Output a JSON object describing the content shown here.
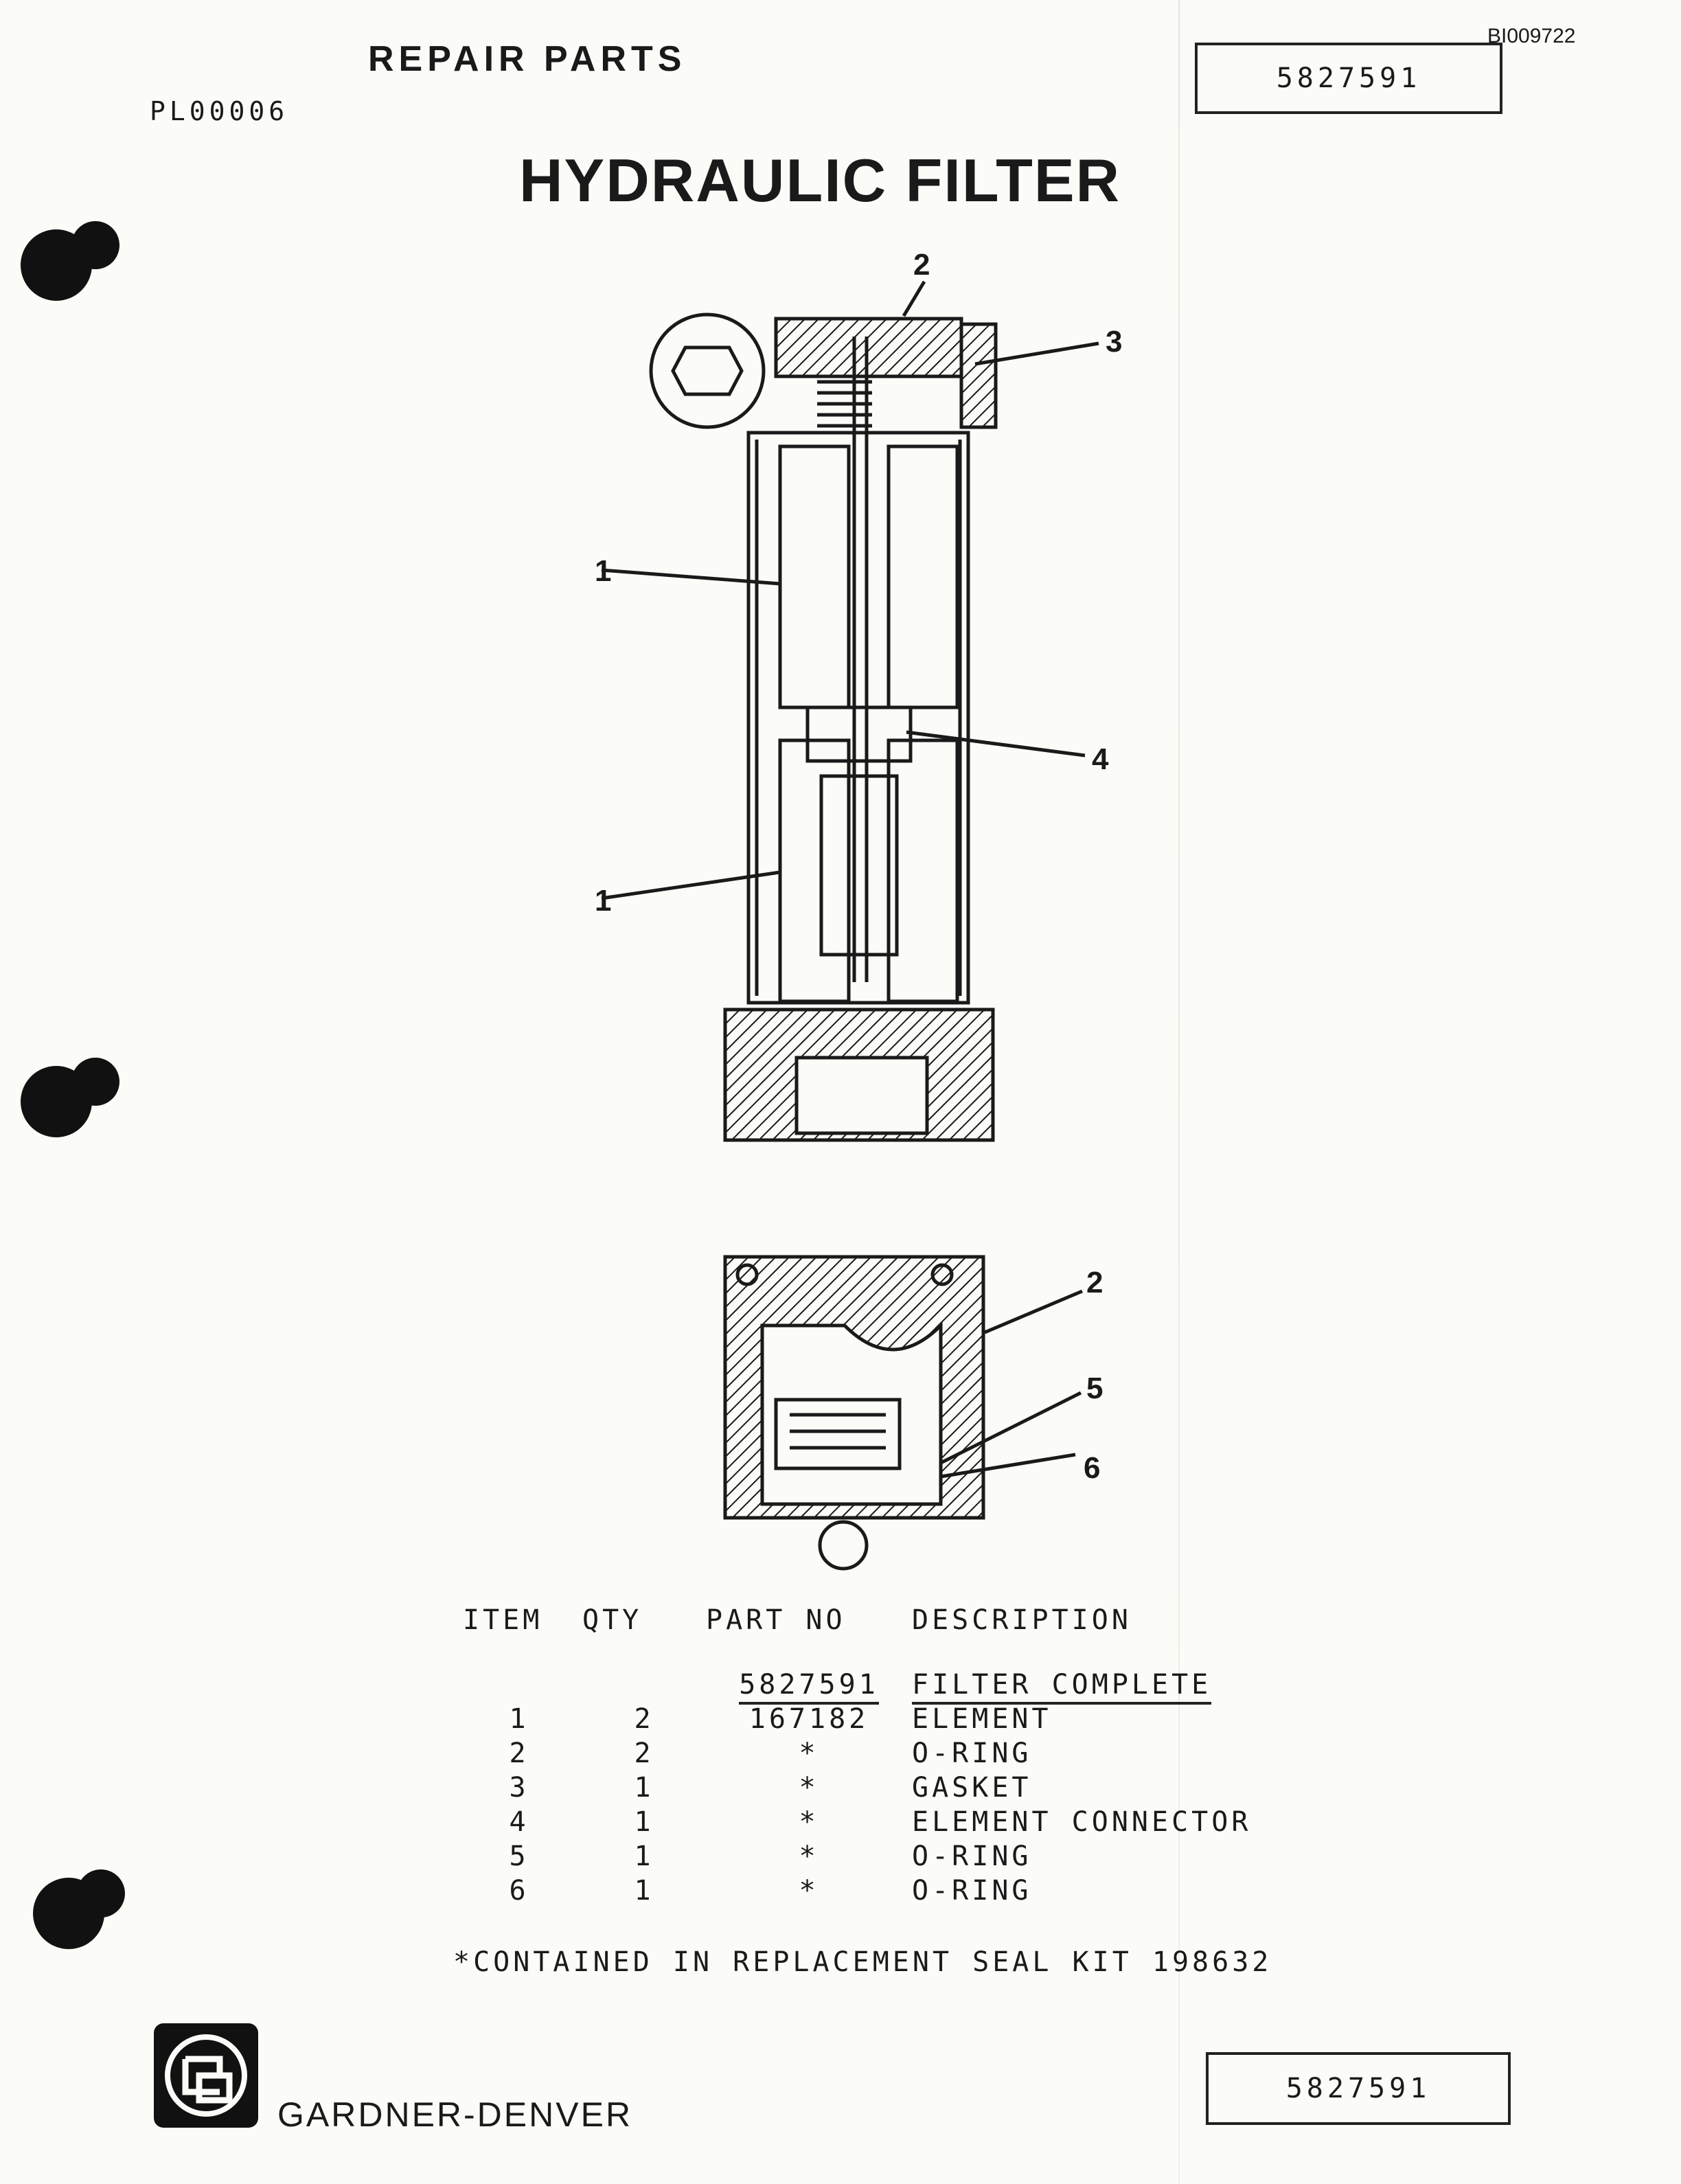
{
  "document": {
    "doc_id": "BI009722",
    "header": "REPAIR PARTS",
    "pl_number": "PL00006",
    "title": "HYDRAULIC FILTER",
    "part_number_box_top": "5827591",
    "part_number_box_bottom": "5827591",
    "brand": "GARDNER-DENVER"
  },
  "diagram_callouts": {
    "main": [
      "2",
      "3",
      "1",
      "4",
      "1"
    ],
    "lower": [
      "2",
      "5",
      "6"
    ]
  },
  "parts_table": {
    "headers": [
      "ITEM",
      "QTY",
      "PART NO",
      "DESCRIPTION"
    ],
    "assembly": {
      "part_no": "5827591",
      "description": "FILTER COMPLETE"
    },
    "rows": [
      {
        "item": "1",
        "qty": "2",
        "part_no": "167182",
        "description": "ELEMENT"
      },
      {
        "item": "2",
        "qty": "2",
        "part_no": "*",
        "description": "O-RING"
      },
      {
        "item": "3",
        "qty": "1",
        "part_no": "*",
        "description": "GASKET"
      },
      {
        "item": "4",
        "qty": "1",
        "part_no": "*",
        "description": "ELEMENT CONNECTOR"
      },
      {
        "item": "5",
        "qty": "1",
        "part_no": "*",
        "description": "O-RING"
      },
      {
        "item": "6",
        "qty": "1",
        "part_no": "*",
        "description": "O-RING"
      }
    ],
    "footnote": "*CONTAINED IN REPLACEMENT SEAL KIT 198632"
  },
  "icons": {
    "logo": "gardner-denver-logo-icon",
    "punch_holes": "punch-hole-icon"
  },
  "colors": {
    "ink": "#1a1a1a",
    "paper": "#fbfbf8"
  }
}
